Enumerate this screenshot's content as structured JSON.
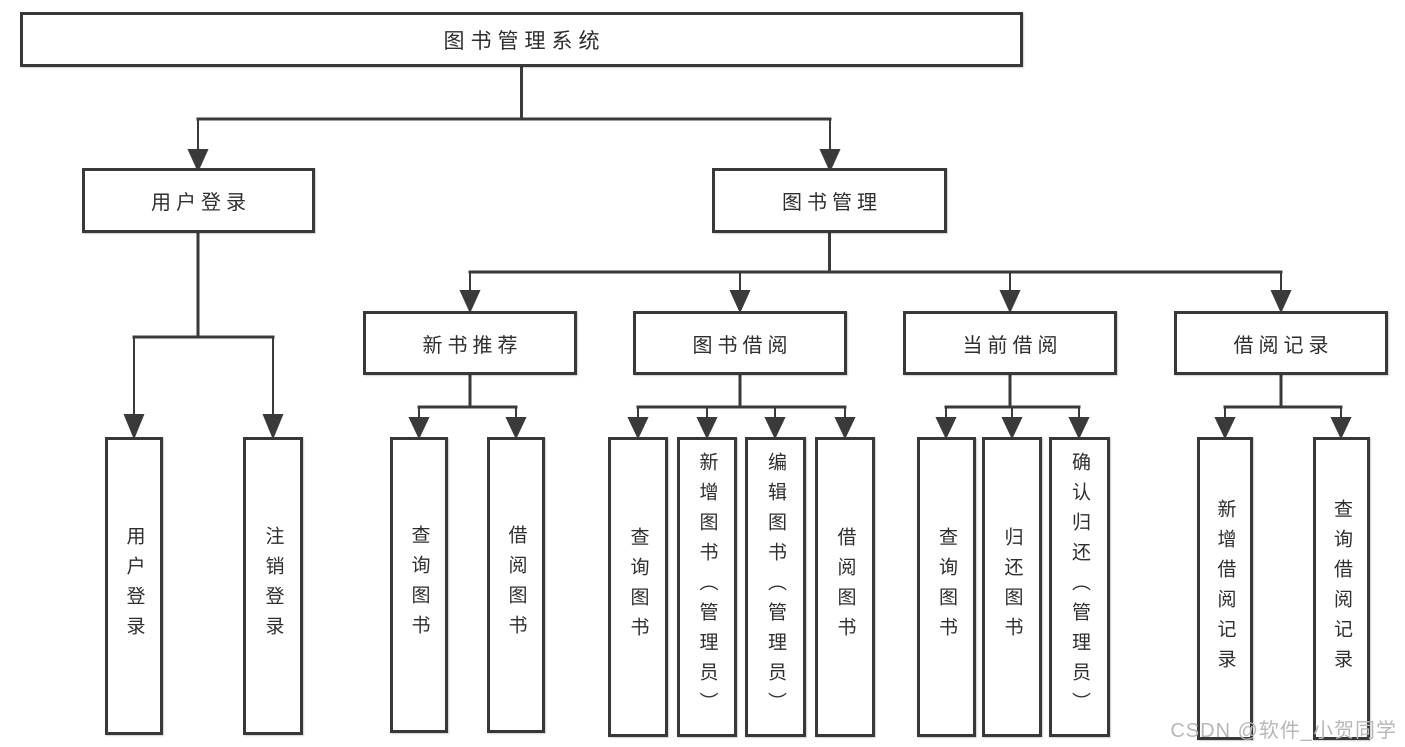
{
  "colors": {
    "line": "#3a3a3a",
    "box_border": "#383838",
    "text": "#2e2e2e",
    "watermark": "#b7b7b7",
    "background": "#ffffff"
  },
  "watermark": {
    "text": "CSDN @软件_小贺同学"
  },
  "tree": {
    "label": "图书管理系统",
    "children": [
      {
        "label": "用户登录",
        "children": [
          {
            "label": "用户登录"
          },
          {
            "label": "注销登录"
          }
        ]
      },
      {
        "label": "图书管理",
        "children": [
          {
            "label": "新书推荐",
            "children": [
              {
                "label": "查询图书"
              },
              {
                "label": "借阅图书"
              }
            ]
          },
          {
            "label": "图书借阅",
            "children": [
              {
                "label": "查询图书"
              },
              {
                "label": "新增图书（管理员）"
              },
              {
                "label": "编辑图书（管理员）"
              },
              {
                "label": "借阅图书"
              }
            ]
          },
          {
            "label": "当前借阅",
            "children": [
              {
                "label": "查询图书"
              },
              {
                "label": "归还图书"
              },
              {
                "label": "确认归还（管理员）"
              }
            ]
          },
          {
            "label": "借阅记录",
            "children": [
              {
                "label": "新增借阅记录"
              },
              {
                "label": "查询借阅记录"
              }
            ]
          }
        ]
      }
    ]
  }
}
